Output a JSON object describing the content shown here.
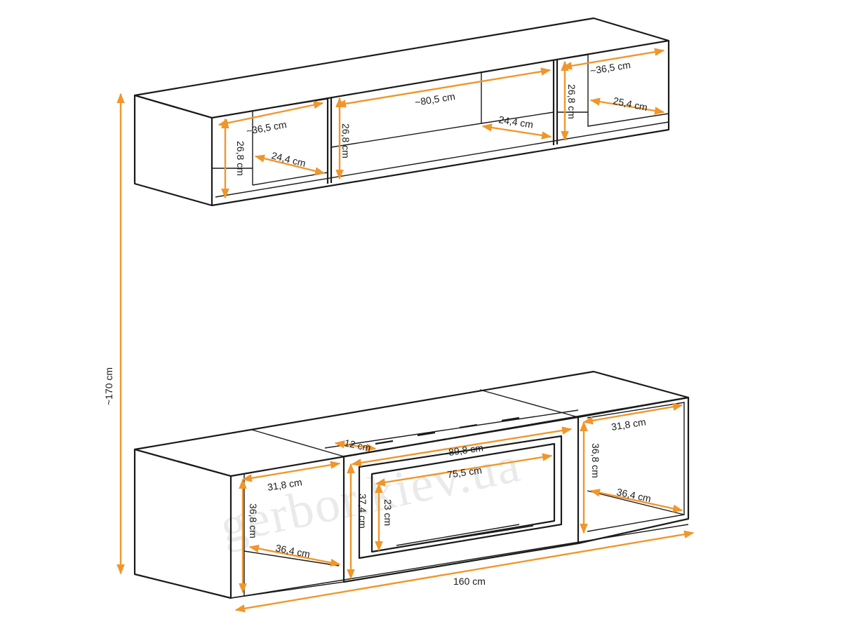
{
  "watermark": "gerbor.kiev.ua",
  "colors": {
    "dimension_line": "#f0962b",
    "outline": "#1a1a1a"
  },
  "wall_shelf": {
    "left_width": "~36,5 cm",
    "left_height": "26,8 cm",
    "left_depth": "24,4 cm",
    "center_width": "~80,5 cm",
    "center_height": "26,8 cm",
    "center_depth": "24,4 cm",
    "right_width": "~36,5 cm",
    "right_height": "26,8 cm",
    "right_depth": "25,4 cm"
  },
  "overall_height": "~170 cm",
  "tv_unit": {
    "left_width": "31,8 cm",
    "left_height": "36,8 cm",
    "left_depth": "36,4 cm",
    "fireplace_depth": "12 cm",
    "fireplace_outer_width": "89,8 cm",
    "fireplace_inner_width": "75,5 cm",
    "fireplace_outer_height": "37,4 cm",
    "fireplace_inner_height": "23 cm",
    "right_width": "31,8 cm",
    "right_height": "36,8 cm",
    "right_depth": "36,4 cm",
    "total_width": "160 cm"
  }
}
